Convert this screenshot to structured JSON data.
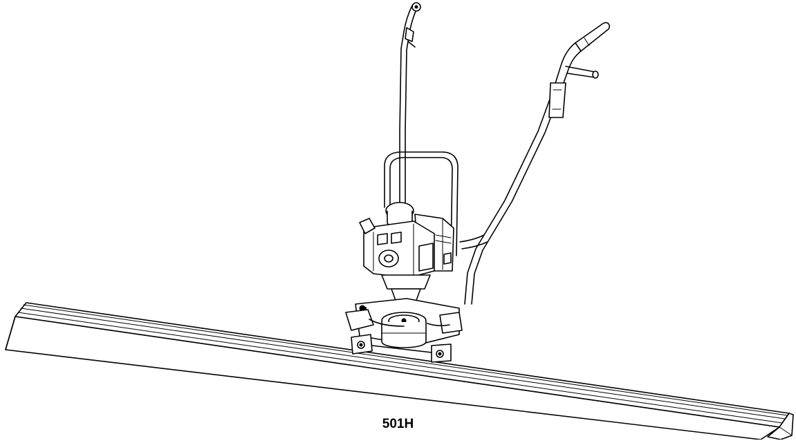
{
  "figure": {
    "caption": "501H",
    "parts": [
      "screed-board",
      "engine",
      "handle-bars",
      "vibrator-head",
      "clamps"
    ]
  }
}
